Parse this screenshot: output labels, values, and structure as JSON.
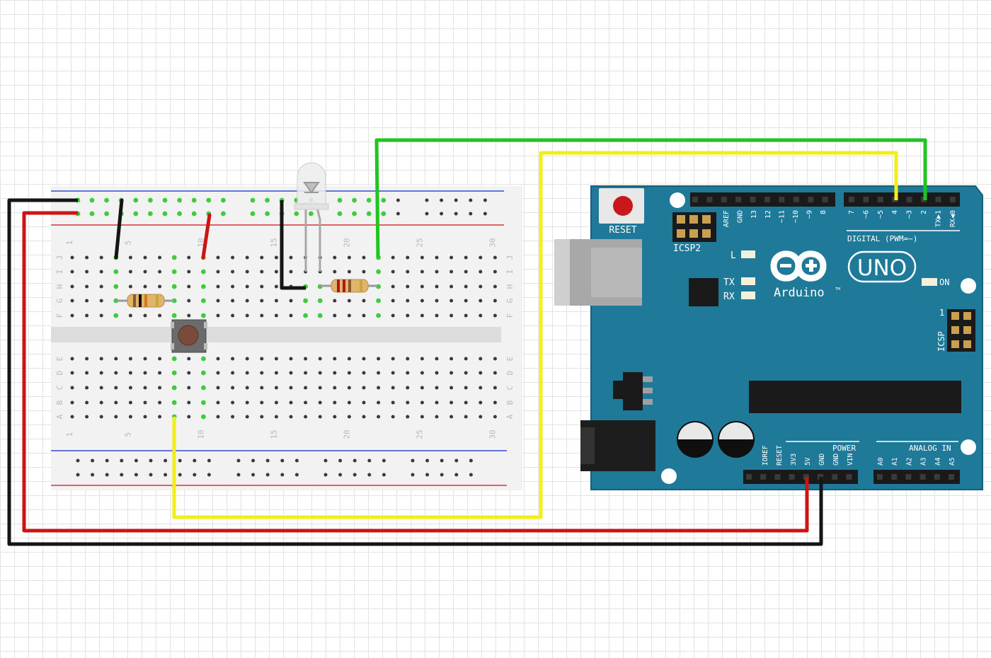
{
  "colors": {
    "board": "#1f7a9a",
    "board_edge": "#15607c",
    "breadboard": "#f2f2f2",
    "breadboard_channel": "#dcdcdc",
    "rail_blue": "#3a47d6",
    "rail_red": "#d93232",
    "hole": "#3a3a3a",
    "hole_active": "#3ecb3e",
    "wire_black": "#151515",
    "wire_red": "#cc1414",
    "wire_yellow": "#f2ee1a",
    "wire_green": "#22c422"
  },
  "breadboard": {
    "column_numbers": [
      "1",
      "5",
      "10",
      "15",
      "20",
      "25",
      "30"
    ],
    "row_letters_top": [
      "J",
      "I",
      "H",
      "G",
      "F"
    ],
    "row_letters_bottom": [
      "E",
      "D",
      "C",
      "B",
      "A"
    ]
  },
  "components": {
    "led": "led",
    "pushbutton": "pushbutton",
    "resistor_button": "resistor",
    "resistor_led": "resistor"
  },
  "arduino": {
    "reset_label": "RESET",
    "icsp2_label": "ICSP2",
    "icsp_label": "ICSP",
    "icsp_pin1": "1",
    "digital_label": "DIGITAL (PWM=~)",
    "power_label": "POWER",
    "analog_label": "ANALOG IN",
    "uno_label": "UNO",
    "brand_label": "Arduino",
    "tm": "TM",
    "on_label": "ON",
    "l_label": "L",
    "tx_label": "TX",
    "rx_label": "RX",
    "digital_pins_left": [
      "AREF",
      "GND",
      "13",
      "12",
      "~11",
      "~10",
      "~9",
      "8"
    ],
    "digital_pins_right": [
      "7",
      "~6",
      "~5",
      "4",
      "~3",
      "2",
      "TX▶1",
      "RX◀0"
    ],
    "power_pins": [
      "IOREF",
      "RESET",
      "3V3",
      "5V",
      "GND",
      "GND",
      "VIN"
    ],
    "analog_pins": [
      "A0",
      "A1",
      "A2",
      "A3",
      "A4",
      "A5"
    ]
  },
  "wires": [
    {
      "id": "gnd-black-main",
      "color": "black"
    },
    {
      "id": "5v-red-main",
      "color": "red"
    },
    {
      "id": "button-yellow-pin4",
      "color": "yellow"
    },
    {
      "id": "led-green-pin2",
      "color": "green"
    },
    {
      "id": "rail-jumper-black-1",
      "color": "black"
    },
    {
      "id": "rail-jumper-red",
      "color": "red"
    },
    {
      "id": "led-jumper-black",
      "color": "black"
    }
  ]
}
